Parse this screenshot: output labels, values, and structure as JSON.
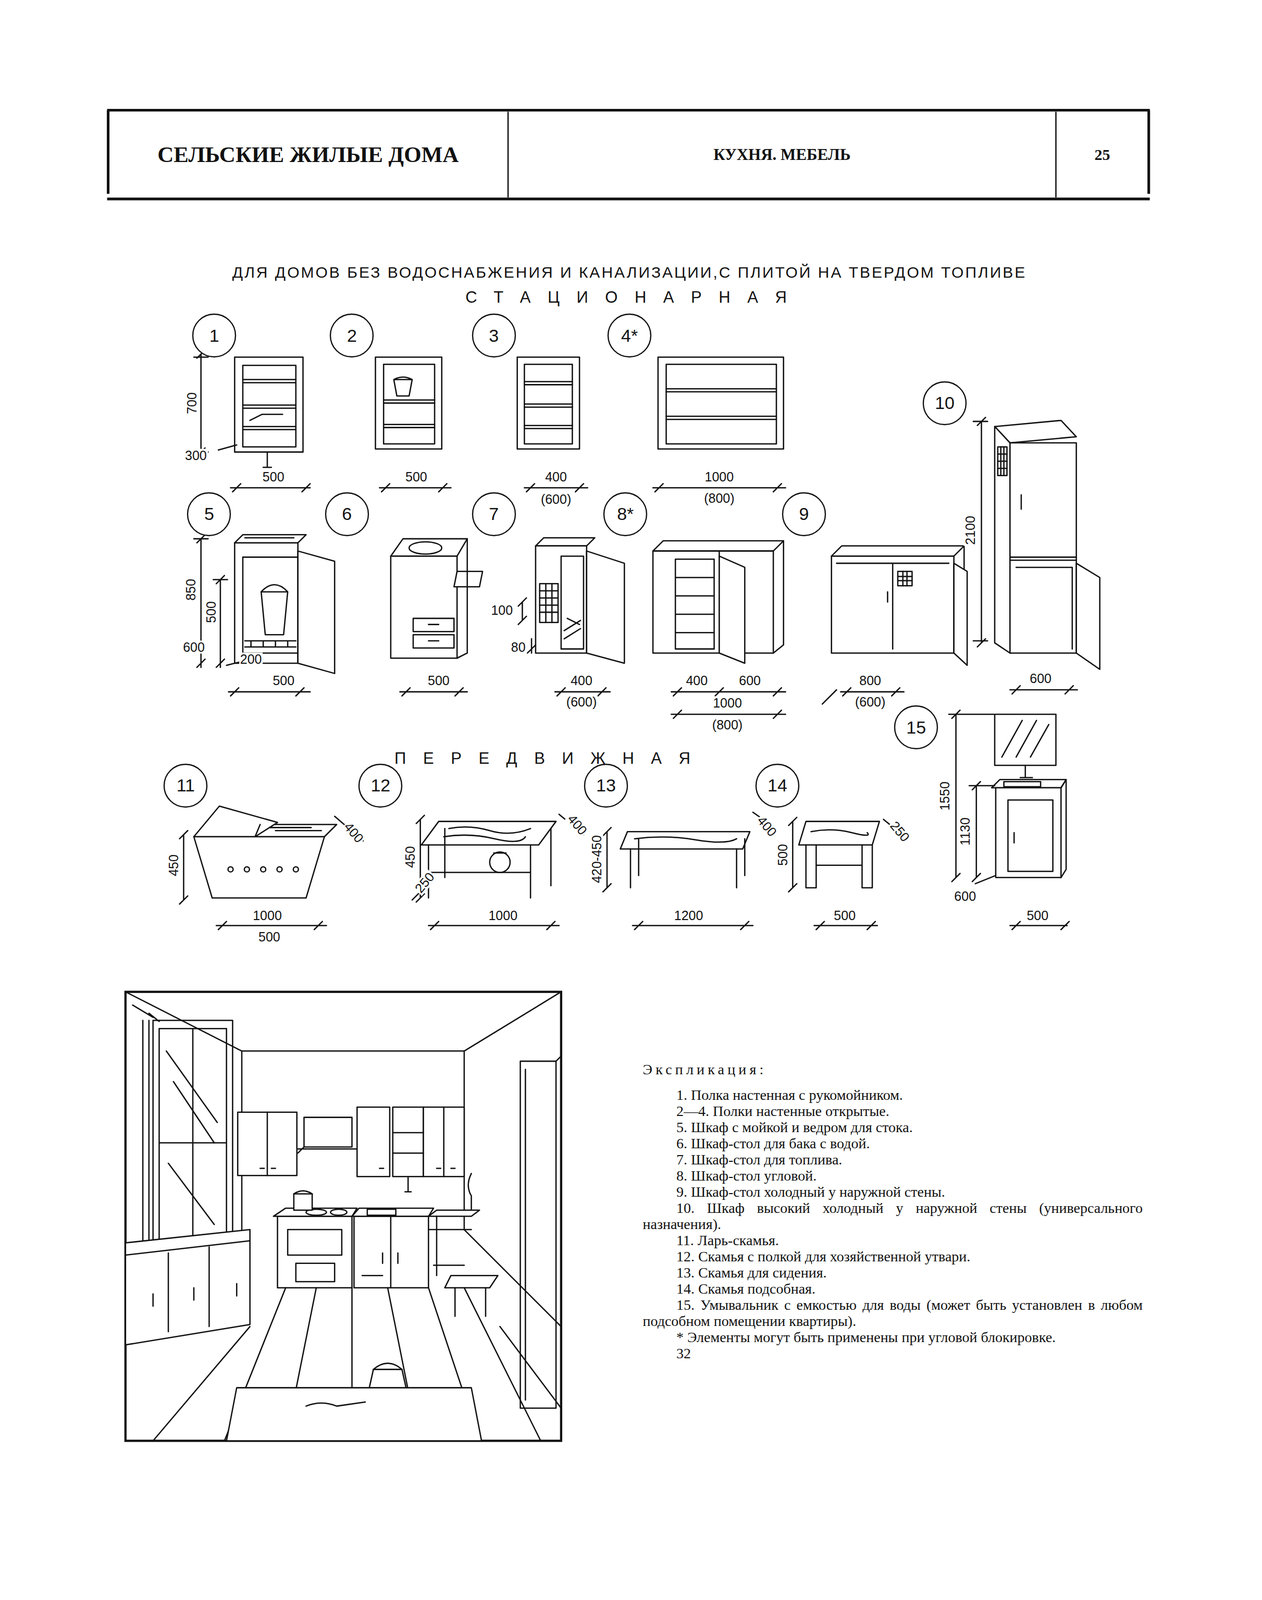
{
  "diagram": {
    "nodes": [
      {
        "text": [
          "СЕЛЬСКИЕ ЖИЛЫЕ ДОМА"
        ]
      },
      {
        "text": [
          "КУХНЯ. МЕБЕЛЬ"
        ]
      },
      {
        "text": [
          "25"
        ]
      },
      {
        "text": [
          "1"
        ]
      },
      {
        "text": [
          "2"
        ]
      },
      {
        "text": [
          "3"
        ]
      },
      {
        "text": [
          "4*"
        ]
      },
      {
        "text": [
          "5"
        ]
      },
      {
        "text": [
          "6"
        ]
      },
      {
        "text": [
          "7"
        ]
      },
      {
        "text": [
          "8*"
        ]
      },
      {
        "text": [
          "9"
        ]
      },
      {
        "text": [
          "10"
        ]
      },
      {
        "text": [
          "11"
        ]
      },
      {
        "text": [
          "12"
        ]
      },
      {
        "text": [
          "13"
        ]
      },
      {
        "text": [
          "14"
        ]
      },
      {
        "text": [
          "15"
        ]
      }
    ],
    "labels": [
      "ДЛЯ ДОМОВ БЕЗ ВОДОСНАБЖЕНИЯ И КАНАЛИЗАЦИИ,С ПЛИТОЙ НА ТВЕРДОМ ТОПЛИВЕ",
      "СТАЦИОНАРНАЯ",
      "700",
      "300",
      "500",
      "500",
      "400",
      "(600)",
      "1000",
      "(800)",
      "850",
      "500",
      "600",
      "200",
      "500",
      "500",
      "100",
      "80",
      "400",
      "(600)",
      "400",
      "600",
      "1000",
      "(800)",
      "800",
      "(600)",
      "2100",
      "600",
      "ПЕРЕДВИЖНАЯ",
      "450",
      "400",
      "1000",
      "500",
      "450",
      "250",
      "400",
      "1000",
      "420-450",
      "1200",
      "400",
      "500",
      "250",
      "500",
      "1550",
      "1130",
      "600",
      "500",
      "Экспликация:",
      "1. Полка настенная с рукомойником.",
      "2—4. Полки настенные открытые.",
      "5. Шкаф с мойкой и ведром для стока.",
      "6. Шкаф-стол для бака с водой.",
      "7. Шкаф-стол для топлива.",
      "8. Шкаф-стол угловой.",
      "9. Шкаф-стол холодный у наружной стены.",
      "10. Шкаф высокий холодный у наружной стены (универсального назначения).",
      "11. Ларь-скамья.",
      "12. Скамья с полкой для хозяйственной утвари.",
      "13. Скамья для сидения.",
      "14. Скамья подсобная.",
      "15. Умывальник с емкостью для воды (может быть установлен в любом подсобном помещении квартиры).",
      "* Элементы могут быть применены при угловой блокировке.",
      "32"
    ]
  }
}
